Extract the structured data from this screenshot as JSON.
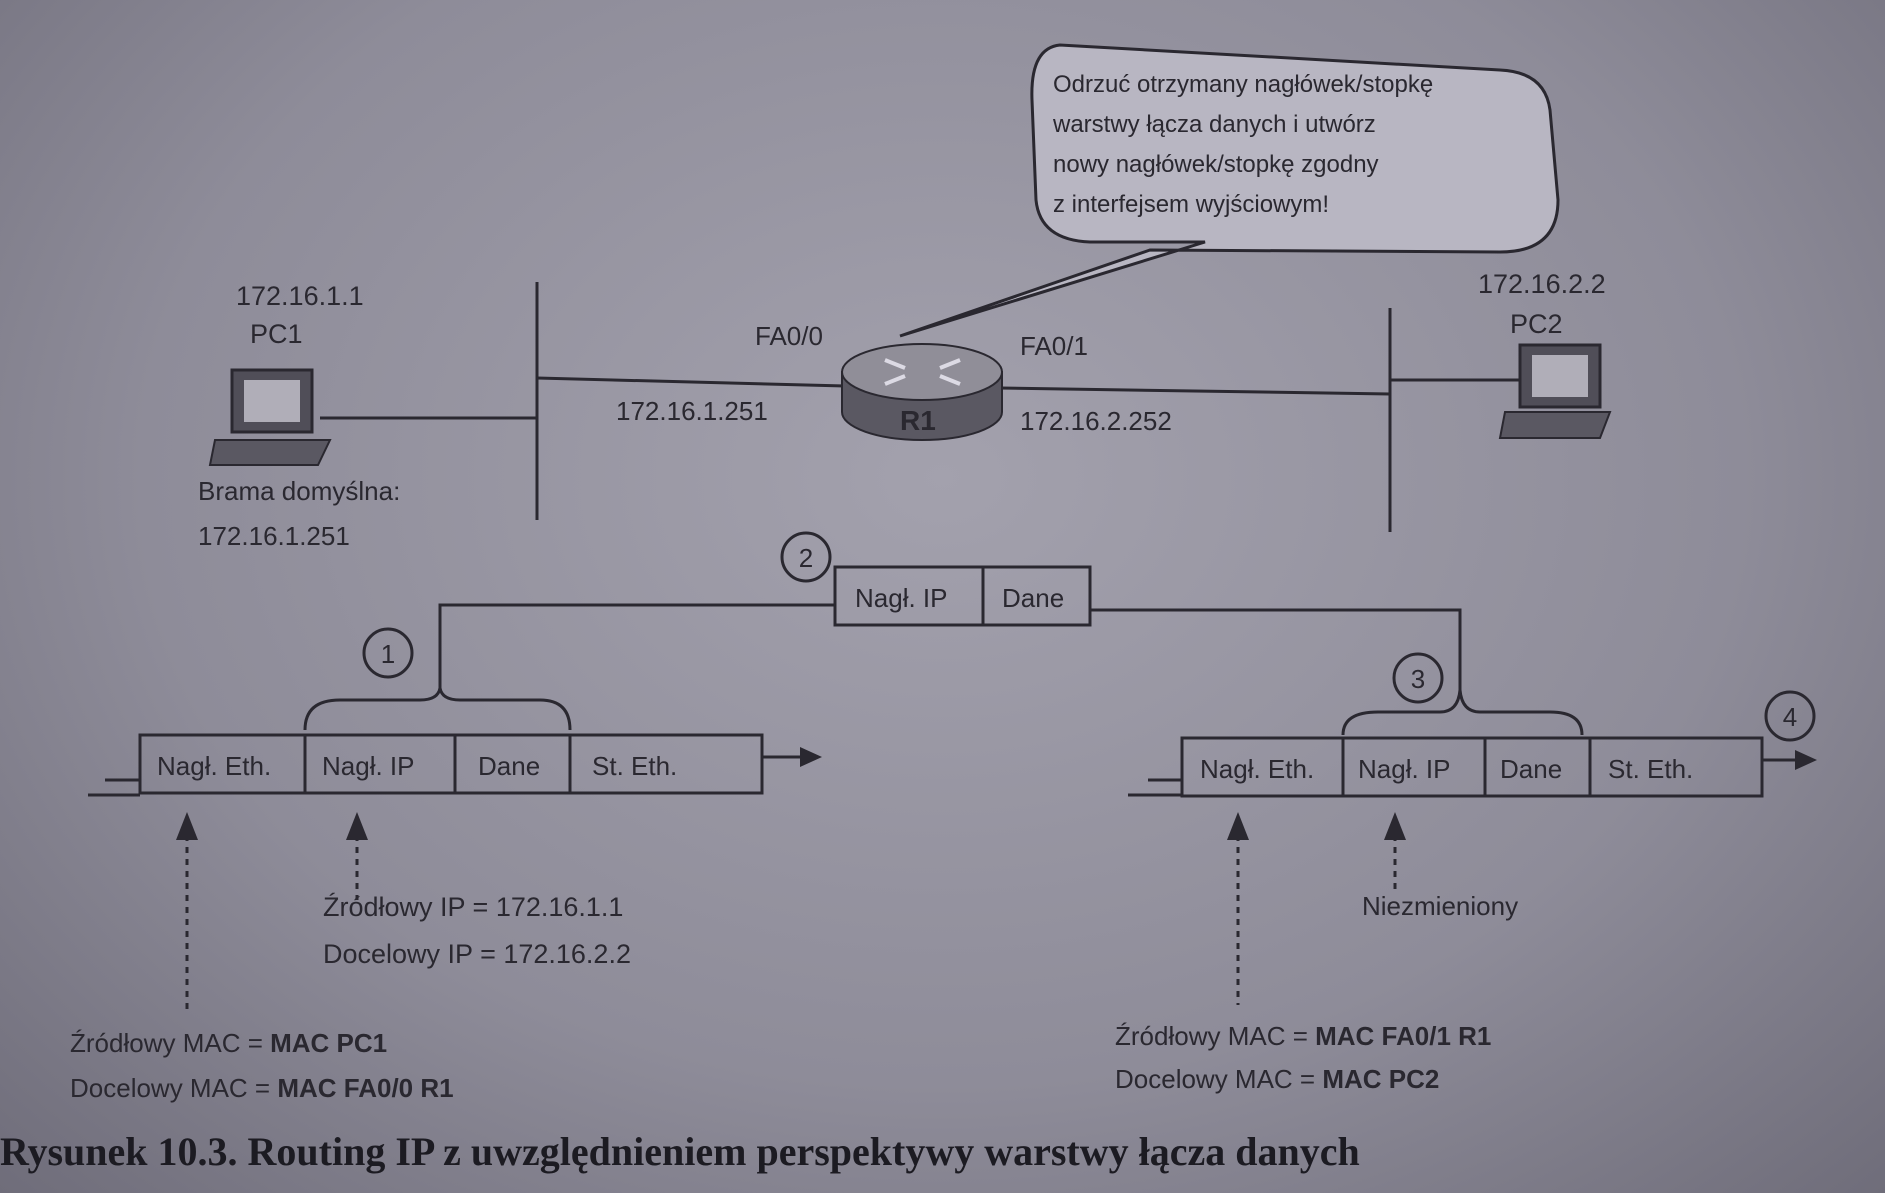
{
  "callout": {
    "lines": [
      "Odrzuć otrzymany nagłówek/stopkę",
      "warstwy łącza danych i utwórz",
      "nowy nagłówek/stopkę zgodny",
      "z interfejsem wyjściowym!"
    ]
  },
  "pc1": {
    "ip": "172.16.1.1",
    "name": "PC1",
    "gateway_label": "Brama domyślna:",
    "gateway_ip": "172.16.1.251"
  },
  "pc2": {
    "ip": "172.16.2.2",
    "name": "PC2"
  },
  "router": {
    "name": "R1",
    "if0_name": "FA0/0",
    "if0_ip": "172.16.1.251",
    "if1_name": "FA0/1",
    "if1_ip": "172.16.2.252"
  },
  "steps": [
    "1",
    "2",
    "3",
    "4"
  ],
  "packet": {
    "ip_header": "Nagł. IP",
    "data": "Dane"
  },
  "frame_left": [
    "Nagł. Eth.",
    "Nagł. IP",
    "Dane",
    "St. Eth."
  ],
  "frame_right": [
    "Nagł. Eth.",
    "Nagł. IP",
    "Dane",
    "St. Eth."
  ],
  "left_notes": {
    "src_ip": "Źródłowy IP = 172.16.1.1",
    "dst_ip": "Docelowy IP = 172.16.2.2",
    "src_mac_label": "Źródłowy MAC = ",
    "src_mac_value": "MAC PC1",
    "dst_mac_label": "Docelowy MAC = ",
    "dst_mac_value": "MAC FA0/0 R1"
  },
  "right_notes": {
    "unchanged": "Niezmieniony",
    "src_mac_label": "Źródłowy MAC = ",
    "src_mac_value": "MAC FA0/1 R1",
    "dst_mac_label": "Docelowy MAC = ",
    "dst_mac_value": "MAC PC2"
  },
  "caption": "Rysunek 10.3. Routing IP z uwzględnieniem perspektywy warstwy łącza danych"
}
